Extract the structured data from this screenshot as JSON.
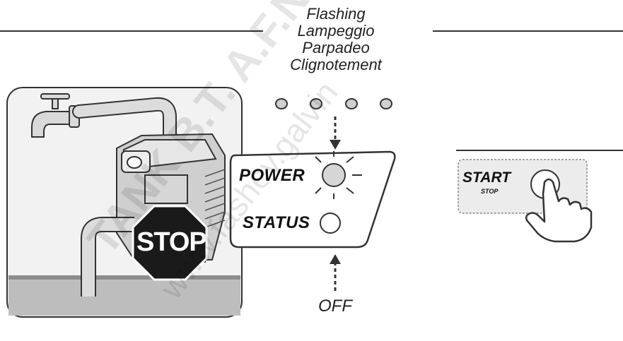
{
  "flash_labels": [
    "Flashing",
    "Lampeggio",
    "Parpadeo",
    "Clignotement"
  ],
  "panel": {
    "power_label": "POWER",
    "status_label": "STATUS",
    "off_label": "OFF"
  },
  "start_button": {
    "start_label": "START",
    "stop_label": "STOP"
  },
  "stop_sign": {
    "label": "STOP",
    "color": "#1a1a1a"
  },
  "watermark": {
    "line1": "TANK B.T. A.F.N.Y.",
    "line2": "www.fashev.galvin"
  },
  "icons": [
    "water-tap-icon",
    "pump-icon",
    "stop-sign-icon",
    "power-led-icon",
    "status-led-icon",
    "hand-pointer-icon"
  ]
}
